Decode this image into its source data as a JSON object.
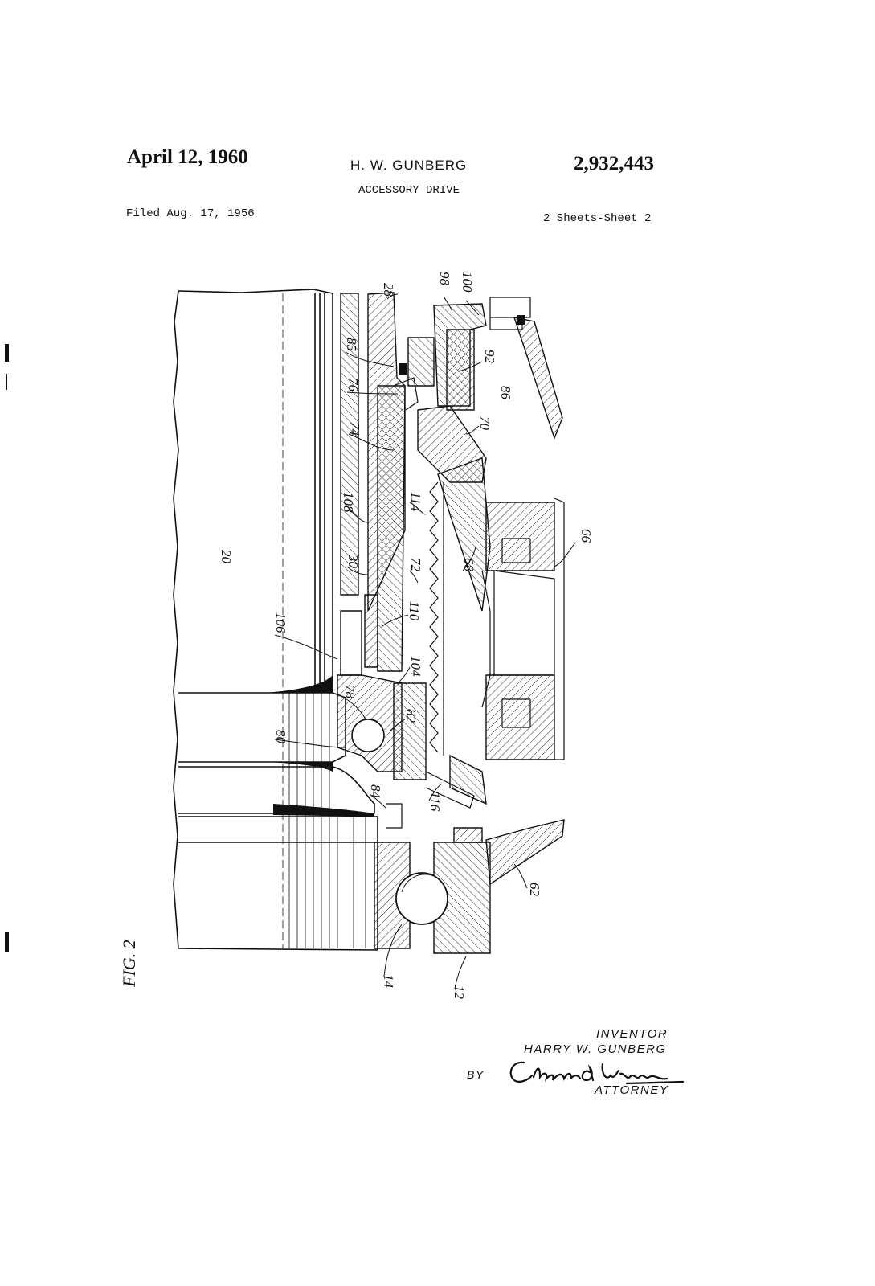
{
  "header": {
    "date": "April 12, 1960",
    "inventor": "H. W. GUNBERG",
    "patent_number": "2,932,443",
    "title": "ACCESSORY DRIVE",
    "filed": "Filed Aug. 17, 1956",
    "sheets": "2 Sheets-Sheet 2"
  },
  "figure": {
    "label": "FIG. 2",
    "refs": [
      "28",
      "98",
      "100",
      "85",
      "76",
      "74",
      "92",
      "86",
      "70",
      "108",
      "114",
      "66",
      "20",
      "30",
      "72",
      "68",
      "110",
      "106",
      "104",
      "78",
      "80",
      "82",
      "84",
      "116",
      "62",
      "14",
      "12"
    ]
  },
  "signature_block": {
    "inventor_label": "INVENTOR",
    "inventor_name": "HARRY W. GUNBERG",
    "by": "BY",
    "signature": "Charles A. Warren",
    "attorney_label": "ATTORNEY"
  }
}
